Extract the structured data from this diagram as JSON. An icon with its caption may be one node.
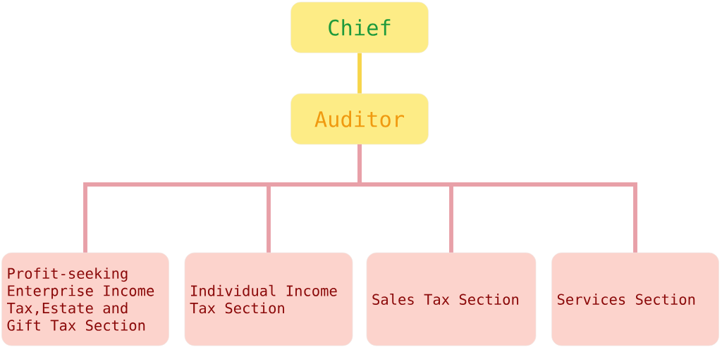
{
  "diagram": {
    "nodes": [
      {
        "text": [
          "Chief"
        ]
      },
      {
        "text": [
          "Auditor"
        ]
      },
      {
        "text": [
          "Profit-seeking Enterprise Income Tax,Estate and Gift Tax Section"
        ]
      },
      {
        "text": [
          "Individual Income Tax Section"
        ]
      },
      {
        "text": [
          "Sales Tax Section"
        ]
      },
      {
        "text": [
          "Services Section"
        ]
      }
    ],
    "edges": [
      {
        "from": 0,
        "to": 1,
        "arrow": "none",
        "color": "#f7d54a"
      },
      {
        "from": 1,
        "to": 2,
        "arrow": "none"
      },
      {
        "from": 1,
        "to": 3,
        "arrow": "none"
      },
      {
        "from": 1,
        "to": 4,
        "arrow": "none"
      },
      {
        "from": 1,
        "to": 5,
        "arrow": "none"
      }
    ]
  }
}
